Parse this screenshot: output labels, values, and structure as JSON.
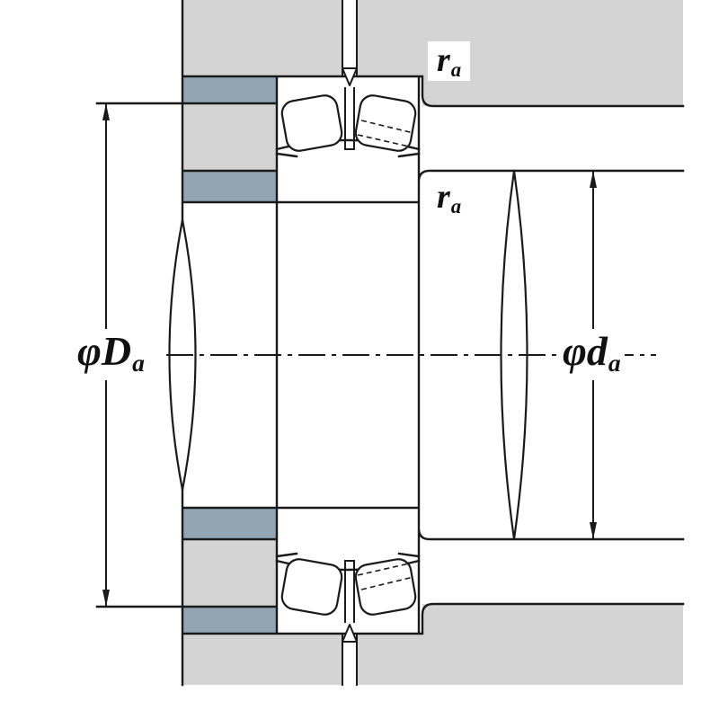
{
  "diagram": {
    "labels": {
      "housing_abutment_diameter": {
        "symbol": "φD",
        "sub": "a"
      },
      "shaft_abutment_diameter": {
        "symbol": "φd",
        "sub": "a"
      },
      "fillet_radius_housing": {
        "symbol": "r",
        "sub": "a"
      },
      "fillet_radius_shaft": {
        "symbol": "r",
        "sub": "a"
      }
    },
    "colors": {
      "section_gray": "#d4d4d4",
      "abutment_blue": "#93a4b2",
      "line": "#1a1a1a",
      "background": "#ffffff"
    }
  }
}
